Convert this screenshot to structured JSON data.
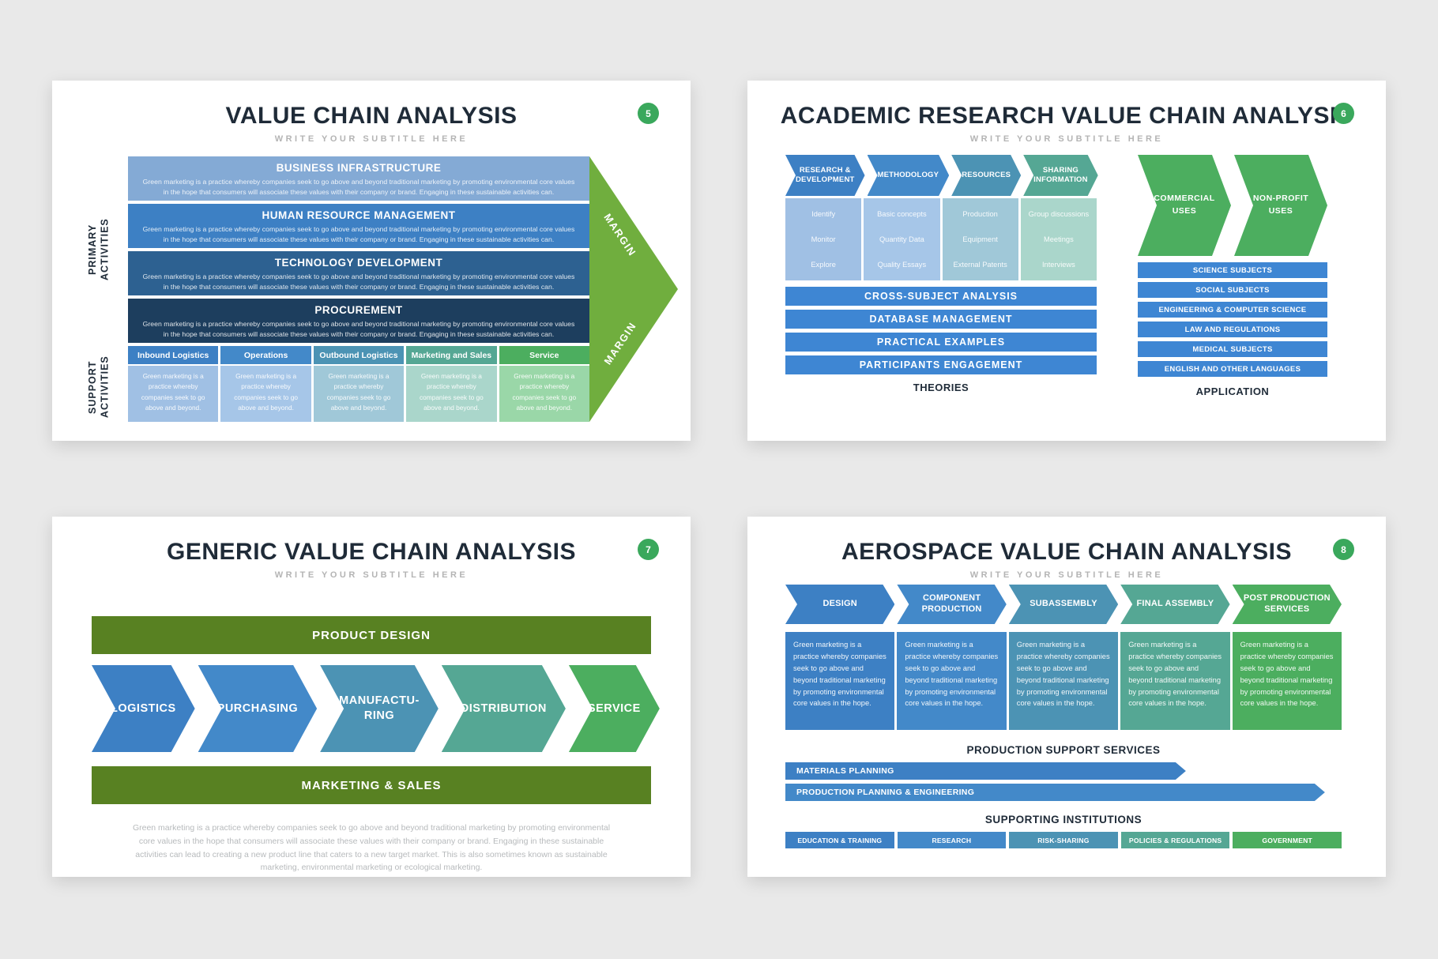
{
  "page": {
    "background": "#e9e9e9",
    "card_background": "#ffffff"
  },
  "colors": {
    "title": "#1f2b38",
    "subtitle": "#b4b4b4",
    "badge_green": "#3aa85c",
    "blue1": "#3d80c4",
    "blue2": "#4389c9",
    "tealblue": "#4c93b4",
    "teal": "#55a794",
    "green": "#4cae5f",
    "lightblue1": "#a0c0e4",
    "lightblue2": "#a6c6e8",
    "lighttealblue": "#a0c8d8",
    "lightteal": "#aad6cb",
    "lightgreen": "#9ad7a8",
    "row1": "#84aad5",
    "row2": "#3d80c4",
    "row3": "#2d6191",
    "row4": "#1d3e5e",
    "margin_green": "#70ae3e",
    "olive": "#588122",
    "barblue": "#3e86d3"
  },
  "slides": {
    "s1": {
      "title": "VALUE CHAIN ANALYSIS",
      "subtitle": "WRITE YOUR SUBTITLE HERE",
      "badge": "5",
      "primary_label": "PRIMARY ACTIVITIES",
      "support_label": "SUPPORT ACTIVITIES",
      "margin_label": "MARGIN",
      "row_body": "Green marketing is a practice whereby companies seek to go above and beyond traditional marketing by promoting environmental core values in the hope that consumers will associate these values with their company or brand. Engaging in these sustainable activities can.",
      "rows": [
        {
          "title": "BUSINESS INFRASTRUCTURE",
          "color": "#84aad5"
        },
        {
          "title": "HUMAN RESOURCE MANAGEMENT",
          "color": "#3d80c4"
        },
        {
          "title": "TECHNOLOGY DEVELOPMENT",
          "color": "#2d6191"
        },
        {
          "title": "PROCUREMENT",
          "color": "#1d3e5e"
        }
      ],
      "cell_body": "Green marketing is a practice whereby companies seek to go above and beyond.",
      "columns": [
        {
          "title": "Inbound Logistics",
          "header": "#3d80c4",
          "body": "#a0c0e4"
        },
        {
          "title": "Operations",
          "header": "#4389c9",
          "body": "#a6c6e8"
        },
        {
          "title": "Outbound Logistics",
          "header": "#4c93b4",
          "body": "#a0c8d8"
        },
        {
          "title": "Marketing and Sales",
          "header": "#55a794",
          "body": "#aad6cb"
        },
        {
          "title": "Service",
          "header": "#4cae5f",
          "body": "#9ad7a8"
        }
      ]
    },
    "s2": {
      "title": "ACADEMIC RESEARCH VALUE CHAIN ANALYSIS",
      "subtitle": "WRITE YOUR SUBTITLE HERE",
      "badge": "6",
      "arrows": [
        {
          "label": "RESEARCH & DEVELOPMENT",
          "color": "#3d80c4"
        },
        {
          "label": "METHODOLOGY",
          "color": "#4389c9"
        },
        {
          "label": "RESOURCES",
          "color": "#4c93b4"
        },
        {
          "label": "SHARING INFORMATION",
          "color": "#55a794"
        }
      ],
      "columns": [
        {
          "color": "#a0c0e4",
          "items": [
            "Identify",
            "Monitor",
            "Explore"
          ]
        },
        {
          "color": "#a6c6e8",
          "items": [
            "Basic concepts",
            "Quantity Data",
            "Quality Essays"
          ]
        },
        {
          "color": "#a0c8d8",
          "items": [
            "Production",
            "Equipment",
            "External Patents"
          ]
        },
        {
          "color": "#aad6cb",
          "items": [
            "Group discussions",
            "Meetings",
            "Interviews"
          ]
        }
      ],
      "theory_bars": [
        "CROSS-SUBJECT ANALYSIS",
        "DATABASE MANAGEMENT",
        "PRACTICAL EXAMPLES",
        "PARTICIPANTS ENGAGEMENT"
      ],
      "theories_label": "THEORIES",
      "uses": [
        {
          "label": "COMMERCIAL USES"
        },
        {
          "label": "NON-PROFIT USES"
        }
      ],
      "application_bars": [
        "SCIENCE SUBJECTS",
        "SOCIAL SUBJECTS",
        "ENGINEERING & COMPUTER SCIENCE",
        "LAW AND REGULATIONS",
        "MEDICAL SUBJECTS",
        "ENGLISH AND OTHER LANGUAGES"
      ],
      "application_label": "APPLICATION"
    },
    "s3": {
      "title": "GENERIC VALUE CHAIN ANALYSIS",
      "subtitle": "WRITE YOUR SUBTITLE HERE",
      "badge": "7",
      "top_bar": "PRODUCT DESIGN",
      "chevrons": [
        {
          "label": "LOGISTICS",
          "color": "#3d80c4"
        },
        {
          "label": "PURCHASING",
          "color": "#4389c9"
        },
        {
          "label": "MANUFACTU-RING",
          "color": "#4c93b4"
        },
        {
          "label": "DISTRIBUTION",
          "color": "#55a794"
        },
        {
          "label": "SERVICE",
          "color": "#4cae5f"
        }
      ],
      "bottom_bar": "MARKETING & SALES",
      "paragraph": "Green marketing is a practice whereby companies seek to go above and beyond traditional marketing by promoting environmental core values in the hope that consumers will associate these values with their company or brand. Engaging in these sustainable activities can lead to creating a new product line that caters to a new target market. This is also sometimes known as sustainable marketing, environmental marketing or ecological marketing."
    },
    "s4": {
      "title": "AEROSPACE VALUE CHAIN ANALYSIS",
      "subtitle": "WRITE YOUR SUBTITLE HERE",
      "badge": "8",
      "block_text": "Green marketing is a practice whereby companies seek to go above and beyond traditional marketing by promoting environmental core values in the hope.",
      "stages": [
        {
          "label": "DESIGN",
          "color": "#3d80c4"
        },
        {
          "label": "COMPONENT PRODUCTION",
          "color": "#4389c9"
        },
        {
          "label": "SUBASSEMBLY",
          "color": "#4c93b4"
        },
        {
          "label": "FINAL ASSEMBLY",
          "color": "#55a794"
        },
        {
          "label": "POST PRODUCTION SERVICES",
          "color": "#4cae5f"
        }
      ],
      "support_heading": "PRODUCTION SUPPORT SERVICES",
      "support_bars": [
        {
          "label": "MATERIALS PLANNING",
          "width": "72%",
          "color": "#3d80c4"
        },
        {
          "label": "PRODUCTION PLANNING & ENGINEERING",
          "width": "97%",
          "color": "#4389c9"
        }
      ],
      "institutions_heading": "SUPPORTING INSTITUTIONS",
      "institutions": [
        {
          "label": "EDUCATION & TRAINING",
          "color": "#3d80c4"
        },
        {
          "label": "RESEARCH",
          "color": "#4389c9"
        },
        {
          "label": "RISK-SHARING",
          "color": "#4c93b4"
        },
        {
          "label": "POLICIES & REGULATIONS",
          "color": "#55a794"
        },
        {
          "label": "GOVERNMENT",
          "color": "#4cae5f"
        }
      ]
    }
  }
}
